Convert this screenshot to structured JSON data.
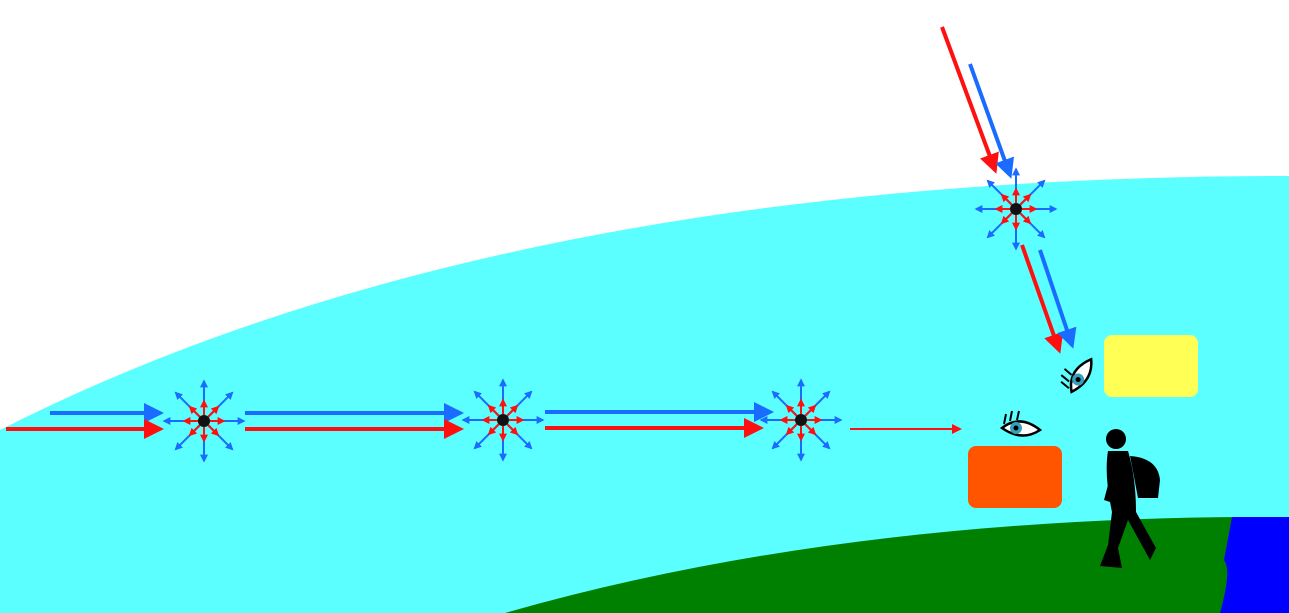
{
  "colors": {
    "sky": "#5cffff",
    "ground": "#008000",
    "water": "#0000ff",
    "red_light": "#ff1010",
    "blue_light": "#1a6cff",
    "sunset_swatch": "#ff5500",
    "noon_swatch": "#ffff55",
    "observer": "#000000",
    "eye_iris": "#36a0b8"
  },
  "icons": {
    "observer": "person-silhouette-icon",
    "eye_horizontal": "eye-icon",
    "eye_vertical": "eye-icon",
    "scatter_particle": "particle-dot-icon"
  },
  "scattering_points": [
    "horizontal-1",
    "horizontal-2",
    "horizontal-3",
    "overhead"
  ]
}
